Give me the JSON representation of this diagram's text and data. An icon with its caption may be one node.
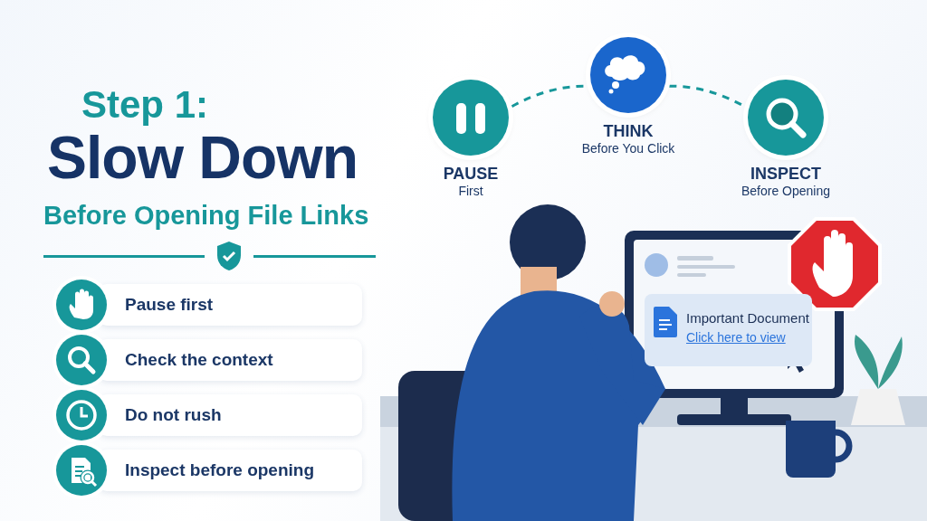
{
  "diagram": {
    "title": "Slow Down",
    "nodes": [
      {
        "text": [
          "Pause first"
        ]
      },
      {
        "text": [
          "Check the context"
        ]
      },
      {
        "text": [
          "Do not rush"
        ]
      },
      {
        "text": [
          "Inspect before opening"
        ]
      },
      {
        "text": [
          "PAUSE",
          "First"
        ]
      },
      {
        "text": [
          "THINK",
          "Before You Click"
        ]
      },
      {
        "text": [
          "INSPECT",
          "Before Opening"
        ]
      },
      {
        "text": [
          "Important Document",
          "Click here to view"
        ]
      }
    ],
    "edges": [
      {
        "from": 4,
        "to": 5,
        "arrow": "none",
        "style": "dashed"
      },
      {
        "from": 5,
        "to": 6,
        "arrow": "none",
        "style": "dashed"
      }
    ],
    "labels": [
      "Step 1:",
      "Before Opening File Links"
    ]
  }
}
